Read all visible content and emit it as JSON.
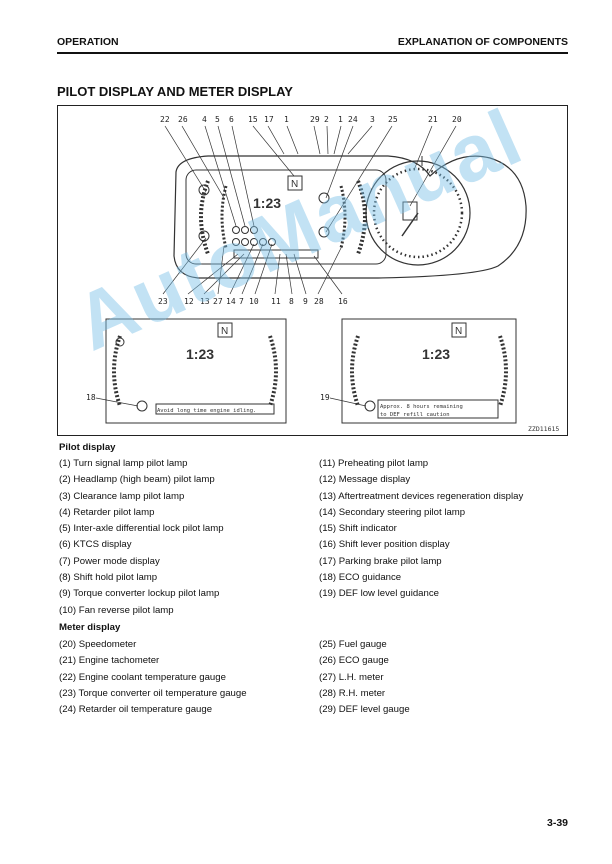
{
  "header": {
    "left": "OPERATION",
    "right": "EXPLANATION OF COMPONENTS"
  },
  "title": "PILOT DISPLAY AND METER DISPLAY",
  "figure": {
    "top_callouts": [
      "22",
      "26",
      "4",
      "5",
      "6",
      "15",
      "17",
      "1",
      "29",
      "2",
      "1",
      "24",
      "3",
      "25",
      "21",
      "20"
    ],
    "bottom_callouts": [
      "23",
      "12",
      "13",
      "27",
      "14",
      "7",
      "10",
      "11",
      "8",
      "9",
      "28",
      "16"
    ],
    "inset_left_callout": "18",
    "inset_right_callout": "19",
    "clock": "1:23",
    "gear": "N",
    "eco_message": "Avoid long time engine idling.",
    "def_message_1": "Approx. 8 hours remaining",
    "def_message_2": "to DEF refill caution",
    "figure_code": "ZZD11615"
  },
  "pilot_display": {
    "heading": "Pilot display",
    "left": [
      "(1) Turn signal lamp pilot lamp",
      "(2) Headlamp (high beam) pilot lamp",
      "(3) Clearance lamp pilot lamp",
      "(4) Retarder pilot lamp",
      "(5) Inter-axle differential lock pilot lamp",
      "(6) KTCS display",
      "(7) Power mode display",
      "(8) Shift hold pilot lamp",
      "(9) Torque converter lockup pilot lamp",
      "(10) Fan reverse pilot lamp"
    ],
    "right": [
      "(11) Preheating pilot lamp",
      "(12) Message display",
      "(13) Aftertreatment devices regeneration display",
      "(14) Secondary steering pilot lamp",
      "(15) Shift indicator",
      "(16) Shift lever position display",
      "(17) Parking brake pilot lamp",
      "(18) ECO guidance",
      "(19) DEF low level guidance"
    ]
  },
  "meter_display": {
    "heading": "Meter display",
    "left": [
      "(20) Speedometer",
      "(21) Engine tachometer",
      "(22) Engine coolant temperature gauge",
      "(23) Torque converter oil temperature gauge",
      "(24) Retarder oil temperature gauge"
    ],
    "right": [
      "(25) Fuel gauge",
      "(26) ECO gauge",
      "(27) L.H. meter",
      "(28) R.H. meter",
      "(29) DEF level gauge"
    ]
  },
  "footer": {
    "page": "3-39"
  },
  "watermark": "AutoManual"
}
